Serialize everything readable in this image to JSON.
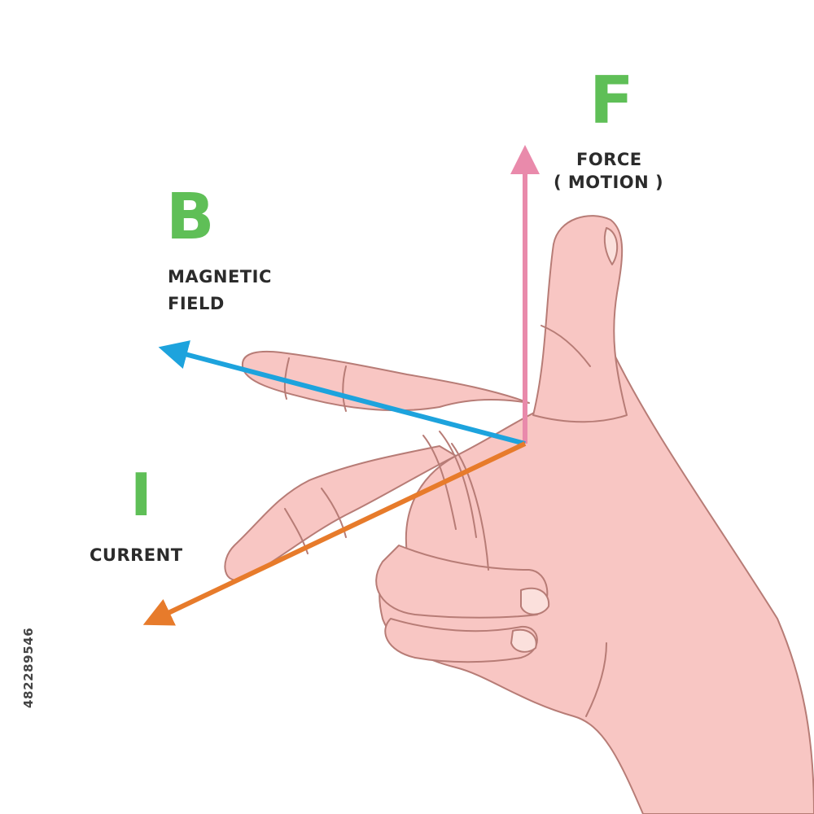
{
  "force": {
    "letter": "F",
    "line1": "FORCE",
    "line2": "( MOTION )"
  },
  "field": {
    "letter": "B",
    "line1": "MAGNETIC",
    "line2": "FIELD"
  },
  "current": {
    "letter": "I",
    "line1": "CURRENT"
  },
  "stock_id": "482289546",
  "colors": {
    "letter": "#5fbf57",
    "force_arrow": "#e98aab",
    "field_arrow": "#1da3dd",
    "current_arrow": "#e77b2b",
    "skin": "#f8c6c3",
    "skin_outline": "#b77c76",
    "nail": "#fbe0dc"
  },
  "icons": {
    "hand": "right-hand-illustration",
    "arrows": "arrow-icon"
  }
}
